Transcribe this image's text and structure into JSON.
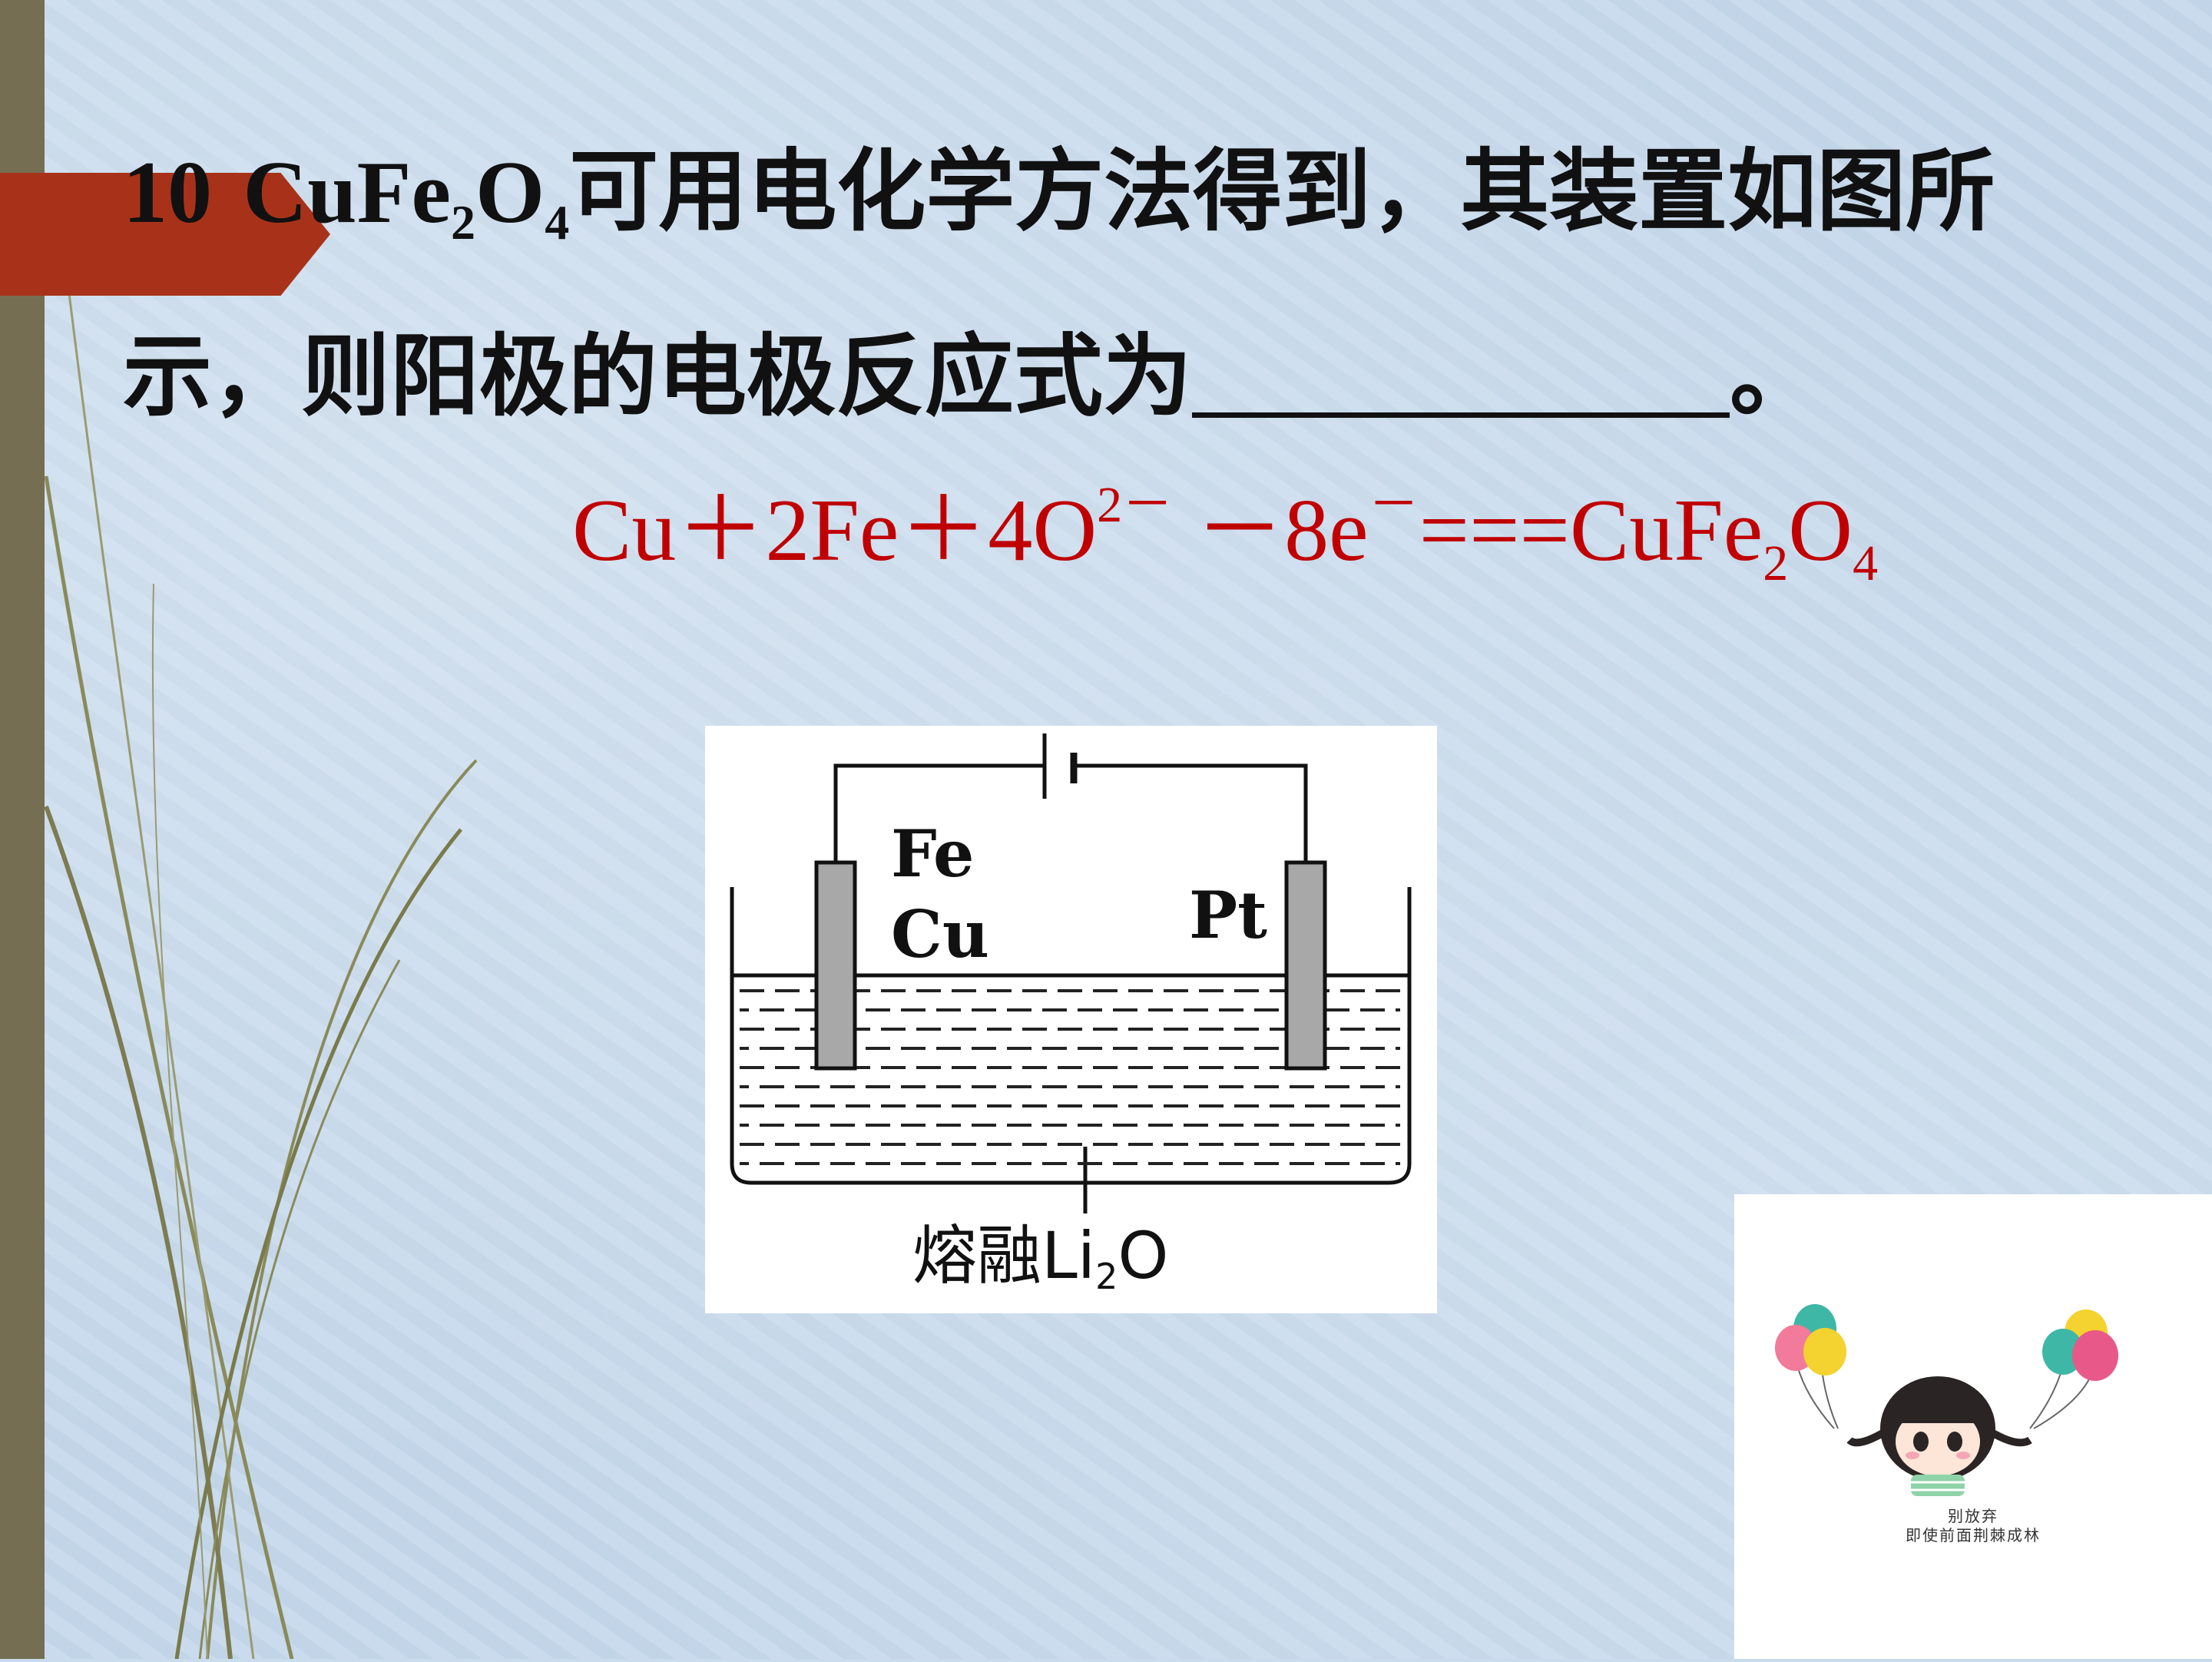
{
  "question": {
    "number": "10",
    "formula_main": "CuFe",
    "formula_sub1": "2",
    "formula_o": "O",
    "formula_sub2": "4",
    "line1_text": "可用电化学方法得到，其装置如图所",
    "line2_text": "示，则阳极的电极反应式为",
    "line2_end": "。"
  },
  "answer": {
    "part1": "Cu＋2Fe＋4O",
    "sup1": "2－",
    "part2": " －8e",
    "sup2": "－",
    "part3": "===CuFe",
    "sub1": "2",
    "part4": "O",
    "sub2": "4"
  },
  "diagram": {
    "label_fe": "Fe",
    "label_cu": "Cu",
    "label_pt": "Pt",
    "electrolyte_main": "熔融Li",
    "electrolyte_sub": "2",
    "electrolyte_end": "O"
  },
  "sticker": {
    "caption_line1": "别放弃",
    "caption_line2": "即使前面荆棘成林"
  },
  "colors": {
    "background": "#c6d9ec",
    "left_bar": "#766e52",
    "arrow": "#a83219",
    "answer_text": "#c00000",
    "question_text": "#111111"
  }
}
